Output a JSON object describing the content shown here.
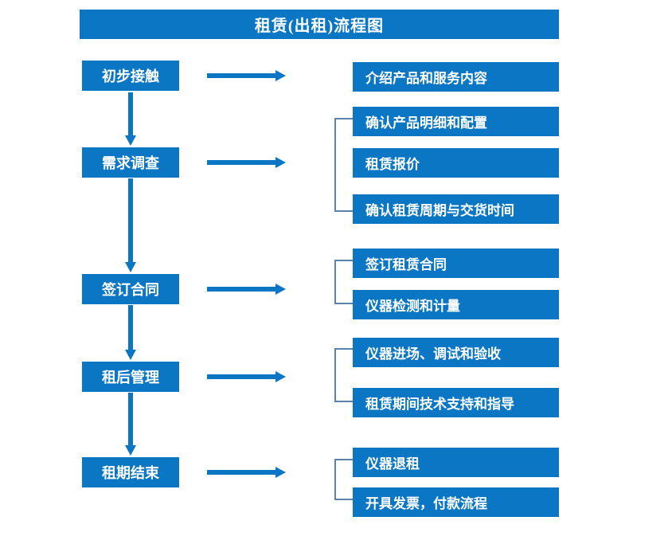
{
  "diagram": {
    "title": "租赁(出租)流程图",
    "colors": {
      "box_fill": "#0b76c4",
      "box_text": "#ffffff",
      "arrow": "#0b76c4",
      "bracket": "#5a82ad",
      "background": "#ffffff"
    },
    "stages": [
      {
        "label": "初步接触"
      },
      {
        "label": "需求调查"
      },
      {
        "label": "签订合同"
      },
      {
        "label": "租后管理"
      },
      {
        "label": "租期结束"
      }
    ],
    "details": [
      {
        "label": "介绍产品和服务内容"
      },
      {
        "label": "确认产品明细和配置"
      },
      {
        "label": "租赁报价"
      },
      {
        "label": "确认租赁周期与交货时间"
      },
      {
        "label": "签订租赁合同"
      },
      {
        "label": "仪器检测和计量"
      },
      {
        "label": "仪器进场、调试和验收"
      },
      {
        "label": "租赁期间技术支持和指导"
      },
      {
        "label": "仪器退租"
      },
      {
        "label": "开具发票，付款流程"
      }
    ],
    "flow_arrows_down": 4,
    "flow_arrows_right": 5,
    "bracket_groups": 4
  }
}
